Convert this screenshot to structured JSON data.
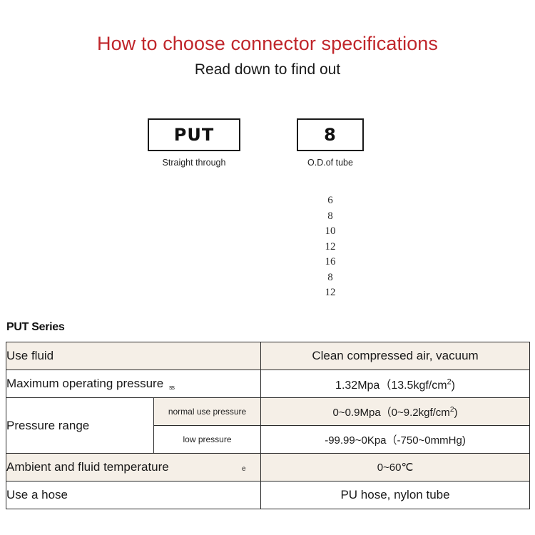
{
  "header": {
    "title": "How to choose connector specifications",
    "subtitle": "Read down to find out",
    "title_color": "#c0262b"
  },
  "code_selector": {
    "columns": [
      {
        "code": "PUT",
        "caption": "Straight through"
      },
      {
        "code": "8",
        "caption": "O.D.of tube"
      }
    ]
  },
  "size_options": [
    "6",
    "8",
    "10",
    "12",
    "16",
    "8",
    "12"
  ],
  "series_heading": "PUT Series",
  "spec_table": {
    "colors": {
      "shaded": "#f5efe7",
      "plain": "#ffffff",
      "border": "#2b2b2b"
    },
    "rows": [
      {
        "label": "Use fluid",
        "sublabel": null,
        "value": "Clean compressed air, vacuum",
        "value_sup": null,
        "value_suffix": null,
        "shaded": true
      },
      {
        "label": "Maximum operating pressure",
        "sublabel": null,
        "value": "1.32Mpa（13.5kgf/cm",
        "value_sup": "2",
        "value_suffix": ")",
        "shaded": false
      },
      {
        "label": "Pressure range",
        "sublabel": "normal use pressure",
        "value": "0~0.9Mpa（0~9.2kgf/cm",
        "value_sup": "2",
        "value_suffix": ")",
        "shaded": true
      },
      {
        "label": null,
        "sublabel": "low pressure",
        "value": "-99.99~0Kpa（-750~0mmHg)",
        "value_sup": null,
        "value_suffix": null,
        "shaded": false
      },
      {
        "label": "Ambient and fluid temperature",
        "sublabel": null,
        "value": "0~60℃",
        "value_sup": null,
        "value_suffix": null,
        "shaded": true
      },
      {
        "label": "Use a hose",
        "sublabel": null,
        "value": "PU hose, nylon tube",
        "value_sup": null,
        "value_suffix": null,
        "shaded": false
      }
    ],
    "artifacts": {
      "pressure_overlay": "ss",
      "temperature_overlay": "e",
      "hose_overlay": ","
    }
  }
}
